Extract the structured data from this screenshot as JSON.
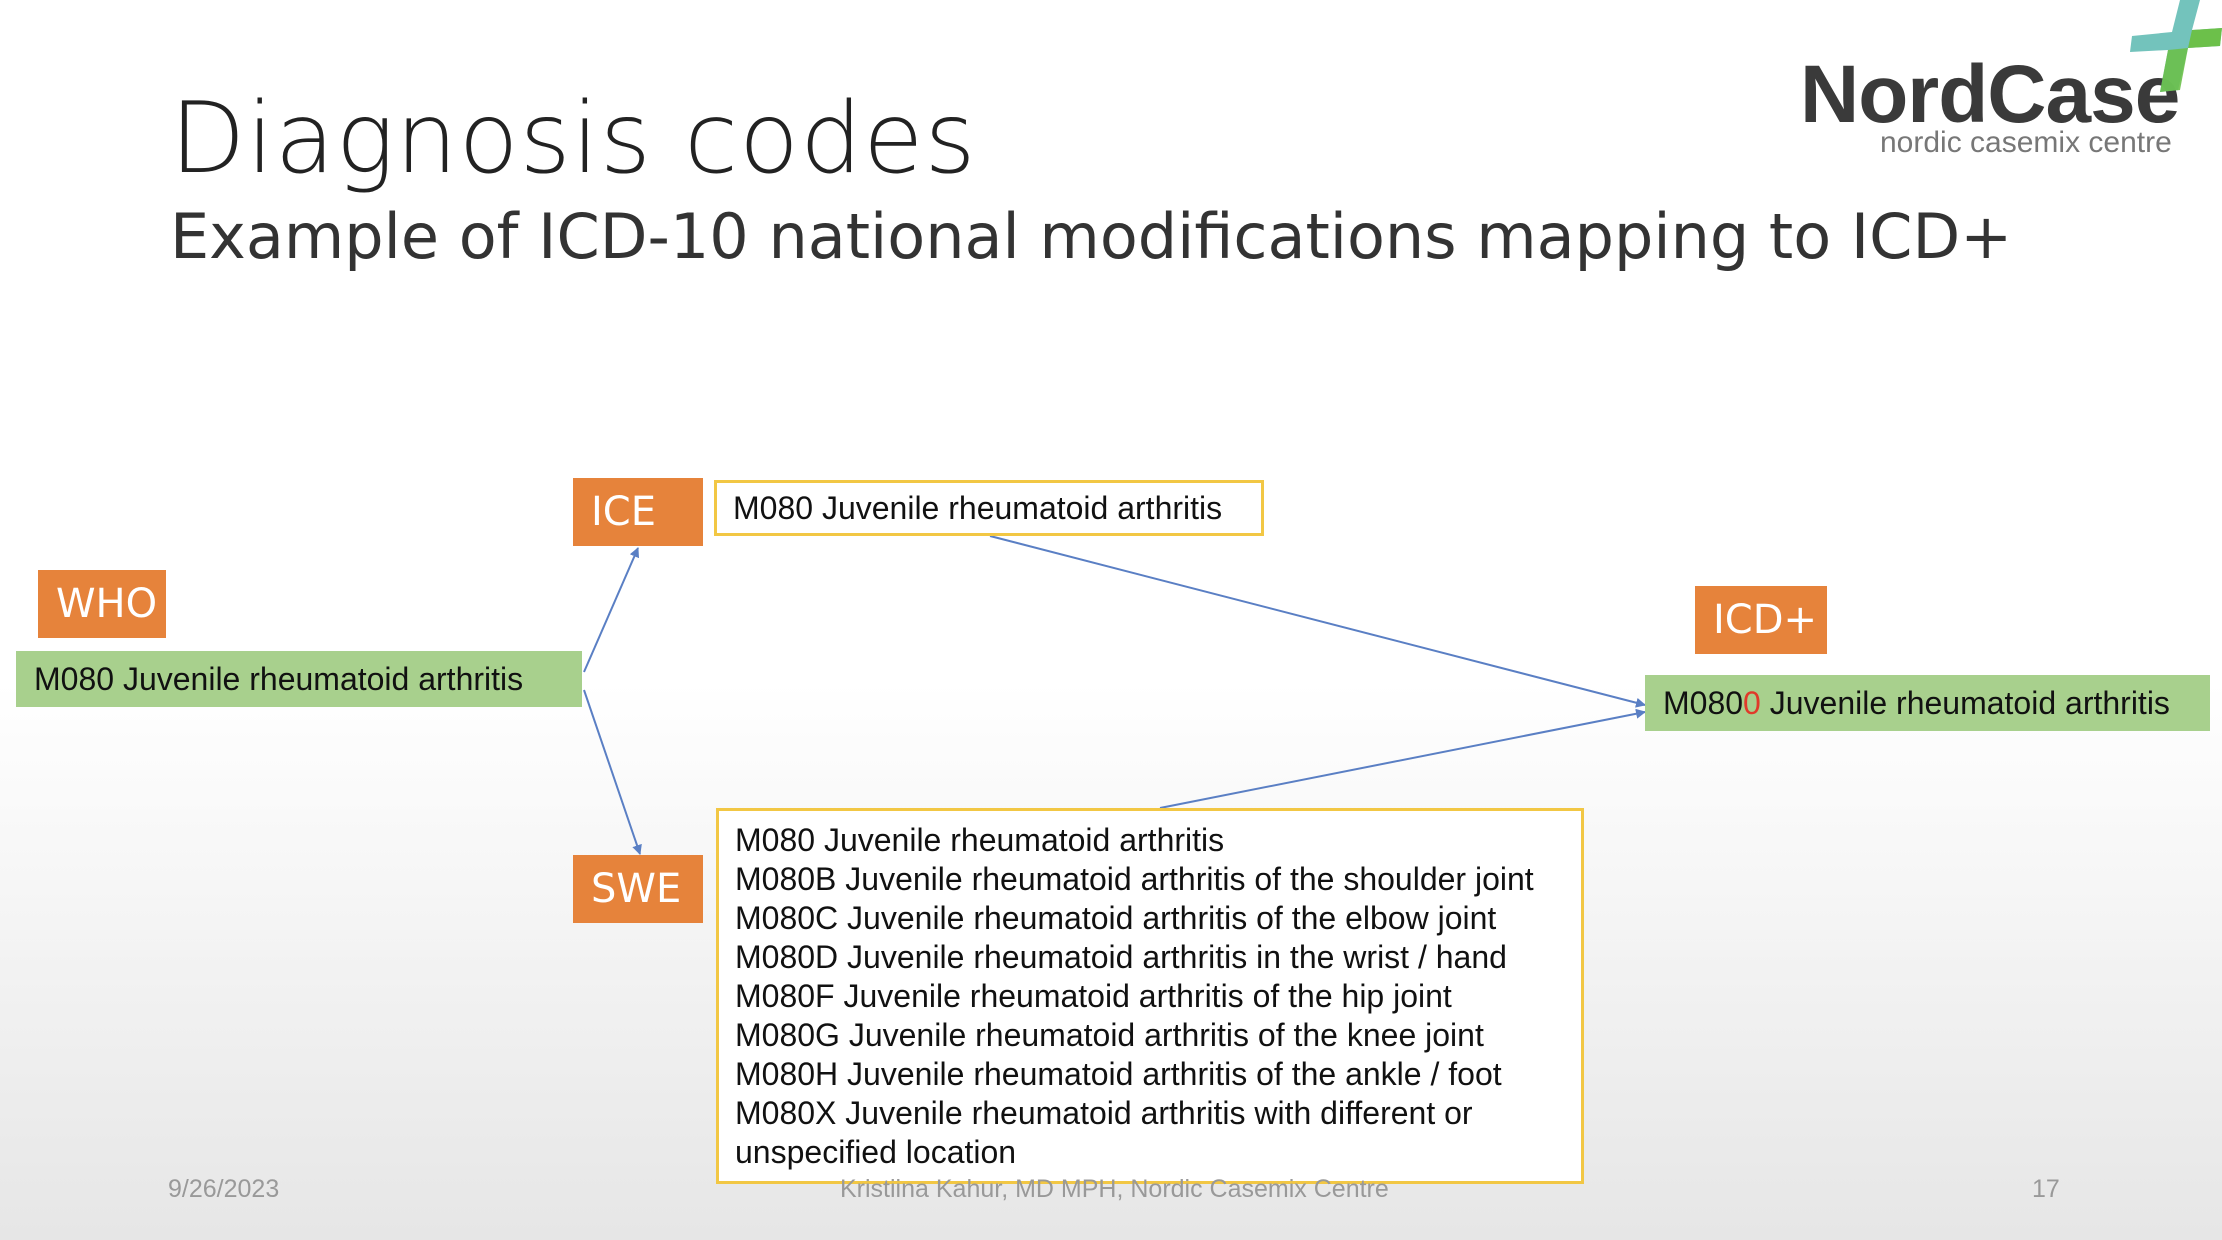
{
  "slide": {
    "title": "Diagnosis codes",
    "subtitle": "Example of ICD-10 national modifications mapping to ICD+"
  },
  "logo": {
    "name": "NordCase",
    "tagline": "nordic casemix centre",
    "colors": {
      "teal": "#5ab8b0",
      "green": "#6cc04a"
    }
  },
  "diagram": {
    "colors": {
      "tag": "#e6833b",
      "green_box": "#a8d08d",
      "yellow_border": "#f2c744",
      "arrow": "#5a7fc4",
      "highlight": "#e03a2a"
    },
    "who": {
      "label": "WHO",
      "code": "M080 Juvenile rheumatoid arthritis"
    },
    "ice": {
      "label": "ICE",
      "code": "M080 Juvenile rheumatoid arthritis"
    },
    "icdplus": {
      "label": "ICD+",
      "code_prefix": "M080",
      "code_highlight": "0",
      "code_rest": " Juvenile rheumatoid arthritis"
    },
    "swe": {
      "label": "SWE",
      "codes": [
        "M080 Juvenile rheumatoid arthritis",
        "M080B Juvenile rheumatoid arthritis of the shoulder joint",
        "M080C Juvenile rheumatoid arthritis of the elbow joint",
        "M080D Juvenile rheumatoid arthritis in the wrist / hand",
        "M080F Juvenile rheumatoid arthritis of the hip joint",
        "M080G Juvenile rheumatoid arthritis of the knee joint",
        "M080H Juvenile rheumatoid arthritis of the ankle / foot",
        "M080X Juvenile rheumatoid arthritis with different or",
        "unspecified location"
      ]
    }
  },
  "footer": {
    "date": "9/26/2023",
    "author": "Kristiina Kahur, MD MPH, Nordic Casemix Centre",
    "page": "17"
  }
}
